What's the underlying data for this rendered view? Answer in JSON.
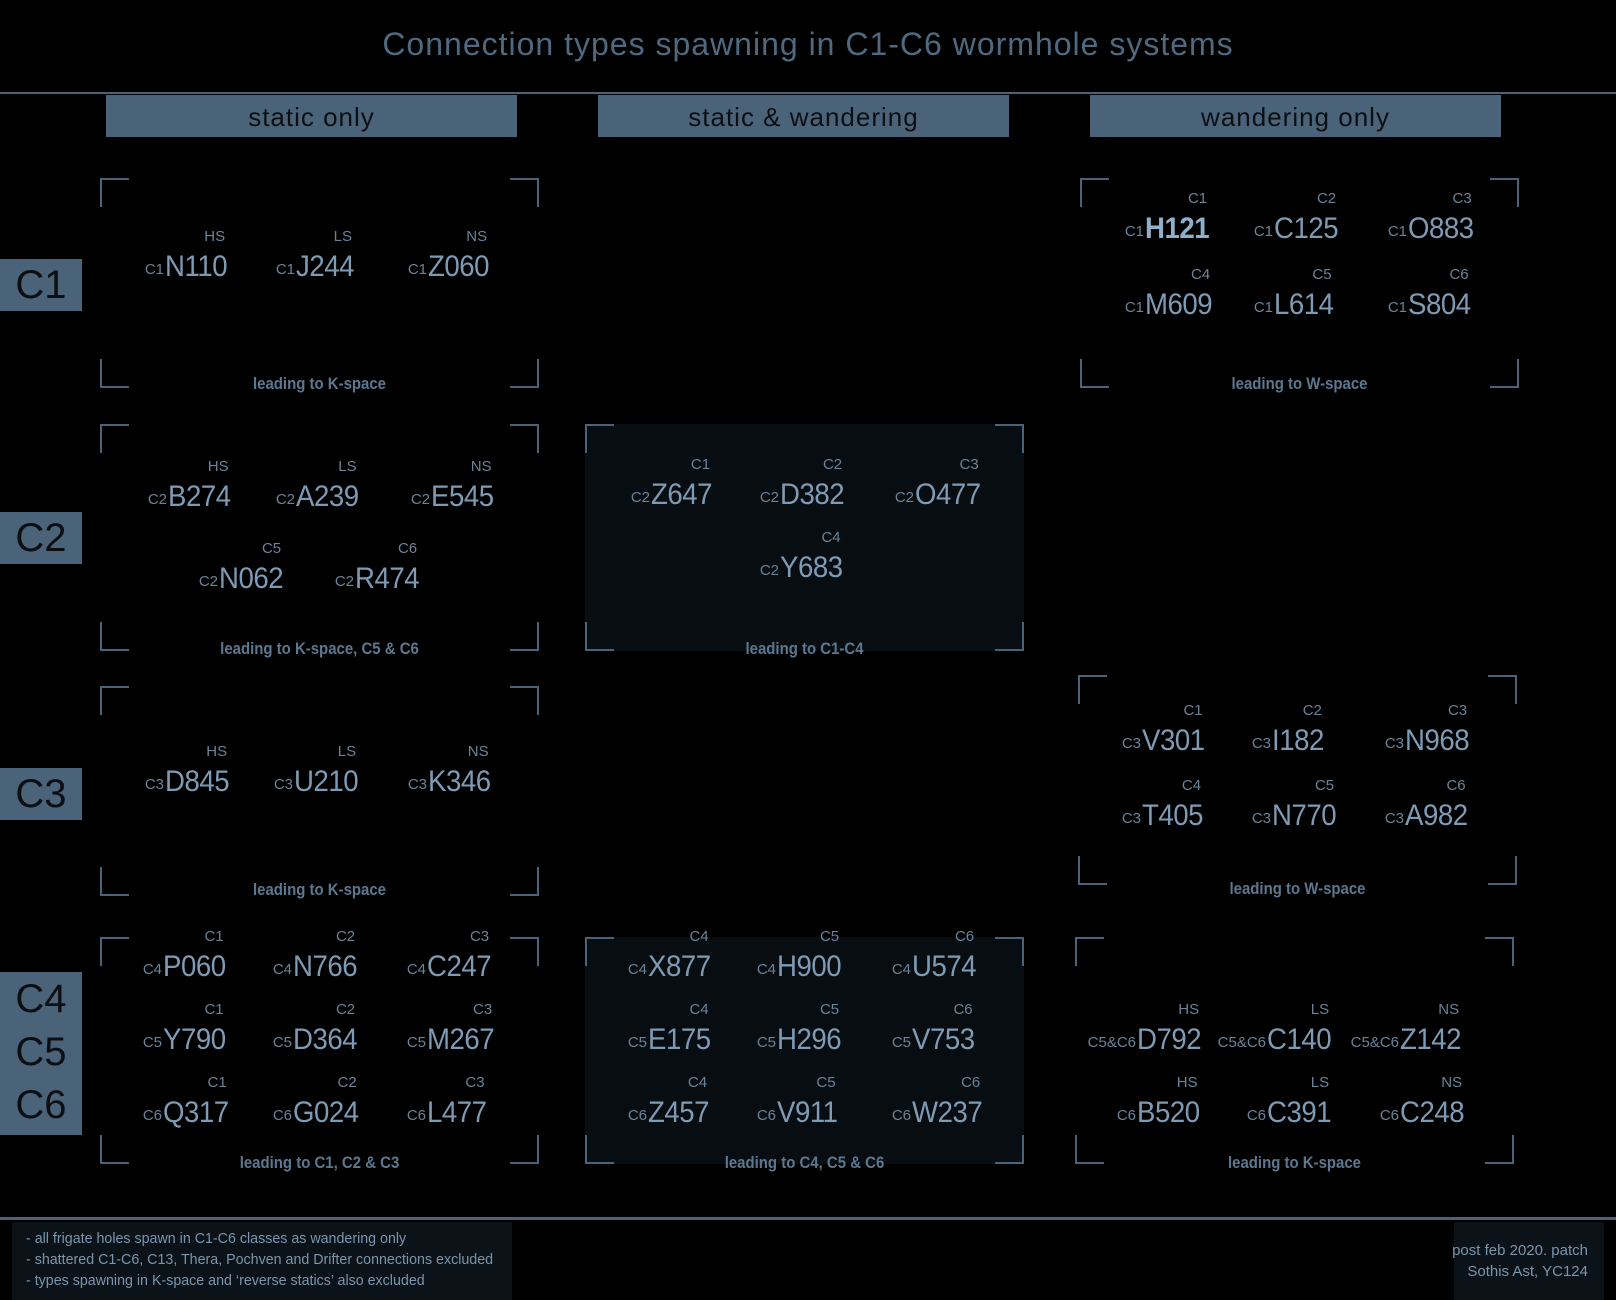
{
  "title": "Connection types spawning in C1-C6 wormhole systems",
  "columns": [
    "static only",
    "static & wandering",
    "wandering only"
  ],
  "rows": [
    [
      "C1"
    ],
    [
      "C2"
    ],
    [
      "C3"
    ],
    [
      "C4",
      "C5",
      "C6"
    ]
  ],
  "panels": [
    {
      "caption": "leading to K-space",
      "items": [
        {
          "src": "C1",
          "code": "N110",
          "dest": "HS"
        },
        {
          "src": "C1",
          "code": "J244",
          "dest": "LS"
        },
        {
          "src": "C1",
          "code": "Z060",
          "dest": "NS"
        }
      ]
    },
    {
      "caption": "leading to W-space",
      "items": [
        {
          "src": "C1",
          "code": "H121",
          "dest": "C1",
          "bold": true
        },
        {
          "src": "C1",
          "code": "C125",
          "dest": "C2"
        },
        {
          "src": "C1",
          "code": "O883",
          "dest": "C3"
        },
        {
          "src": "C1",
          "code": "M609",
          "dest": "C4"
        },
        {
          "src": "C1",
          "code": "L614",
          "dest": "C5"
        },
        {
          "src": "C1",
          "code": "S804",
          "dest": "C6"
        }
      ]
    },
    {
      "caption": "leading to K-space, C5 & C6",
      "items": [
        {
          "src": "C2",
          "code": "B274",
          "dest": "HS"
        },
        {
          "src": "C2",
          "code": "A239",
          "dest": "LS"
        },
        {
          "src": "C2",
          "code": "E545",
          "dest": "NS"
        },
        {
          "src": "C2",
          "code": "N062",
          "dest": "C5"
        },
        {
          "src": "C2",
          "code": "R474",
          "dest": "C6"
        }
      ]
    },
    {
      "caption": "leading to C1-C4",
      "items": [
        {
          "src": "C2",
          "code": "Z647",
          "dest": "C1"
        },
        {
          "src": "C2",
          "code": "D382",
          "dest": "C2"
        },
        {
          "src": "C2",
          "code": "O477",
          "dest": "C3"
        },
        {
          "src": "C2",
          "code": "Y683",
          "dest": "C4"
        }
      ]
    },
    {
      "caption": "leading to K-space",
      "items": [
        {
          "src": "C3",
          "code": "D845",
          "dest": "HS"
        },
        {
          "src": "C3",
          "code": "U210",
          "dest": "LS"
        },
        {
          "src": "C3",
          "code": "K346",
          "dest": "NS"
        }
      ]
    },
    {
      "caption": "leading to W-space",
      "items": [
        {
          "src": "C3",
          "code": "V301",
          "dest": "C1"
        },
        {
          "src": "C3",
          "code": "I182",
          "dest": "C2"
        },
        {
          "src": "C3",
          "code": "N968",
          "dest": "C3"
        },
        {
          "src": "C3",
          "code": "T405",
          "dest": "C4"
        },
        {
          "src": "C3",
          "code": "N770",
          "dest": "C5"
        },
        {
          "src": "C3",
          "code": "A982",
          "dest": "C6"
        }
      ]
    },
    {
      "caption": "leading to C1, C2 & C3",
      "items": [
        {
          "src": "C4",
          "code": "P060",
          "dest": "C1"
        },
        {
          "src": "C4",
          "code": "N766",
          "dest": "C2"
        },
        {
          "src": "C4",
          "code": "C247",
          "dest": "C3"
        },
        {
          "src": "C5",
          "code": "Y790",
          "dest": "C1"
        },
        {
          "src": "C5",
          "code": "D364",
          "dest": "C2"
        },
        {
          "src": "C5",
          "code": "M267",
          "dest": "C3"
        },
        {
          "src": "C6",
          "code": "Q317",
          "dest": "C1"
        },
        {
          "src": "C6",
          "code": "G024",
          "dest": "C2"
        },
        {
          "src": "C6",
          "code": "L477",
          "dest": "C3"
        }
      ]
    },
    {
      "caption": "leading to C4, C5 & C6",
      "items": [
        {
          "src": "C4",
          "code": "X877",
          "dest": "C4"
        },
        {
          "src": "C4",
          "code": "H900",
          "dest": "C5"
        },
        {
          "src": "C4",
          "code": "U574",
          "dest": "C6"
        },
        {
          "src": "C5",
          "code": "E175",
          "dest": "C4"
        },
        {
          "src": "C5",
          "code": "H296",
          "dest": "C5"
        },
        {
          "src": "C5",
          "code": "V753",
          "dest": "C6"
        },
        {
          "src": "C6",
          "code": "Z457",
          "dest": "C4"
        },
        {
          "src": "C6",
          "code": "V911",
          "dest": "C5"
        },
        {
          "src": "C6",
          "code": "W237",
          "dest": "C6"
        }
      ]
    },
    {
      "caption": "leading to K-space",
      "items": [
        {
          "src": "C5&C6",
          "code": "D792",
          "dest": "HS"
        },
        {
          "src": "C5&C6",
          "code": "C140",
          "dest": "LS"
        },
        {
          "src": "C5&C6",
          "code": "Z142",
          "dest": "NS"
        },
        {
          "src": "C6",
          "code": "B520",
          "dest": "HS"
        },
        {
          "src": "C6",
          "code": "C391",
          "dest": "LS"
        },
        {
          "src": "C6",
          "code": "C248",
          "dest": "NS"
        }
      ]
    }
  ],
  "notes": [
    "- all frigate holes spawn in C1-C6 classes as wandering only",
    "- shattered C1-C6, C13, Thera, Pochven and Drifter connections excluded",
    "- types spawning in K-space and ‘reverse statics’ also excluded"
  ],
  "credit": [
    "post feb 2020. patch",
    "Sothis Ast, YC124"
  ]
}
